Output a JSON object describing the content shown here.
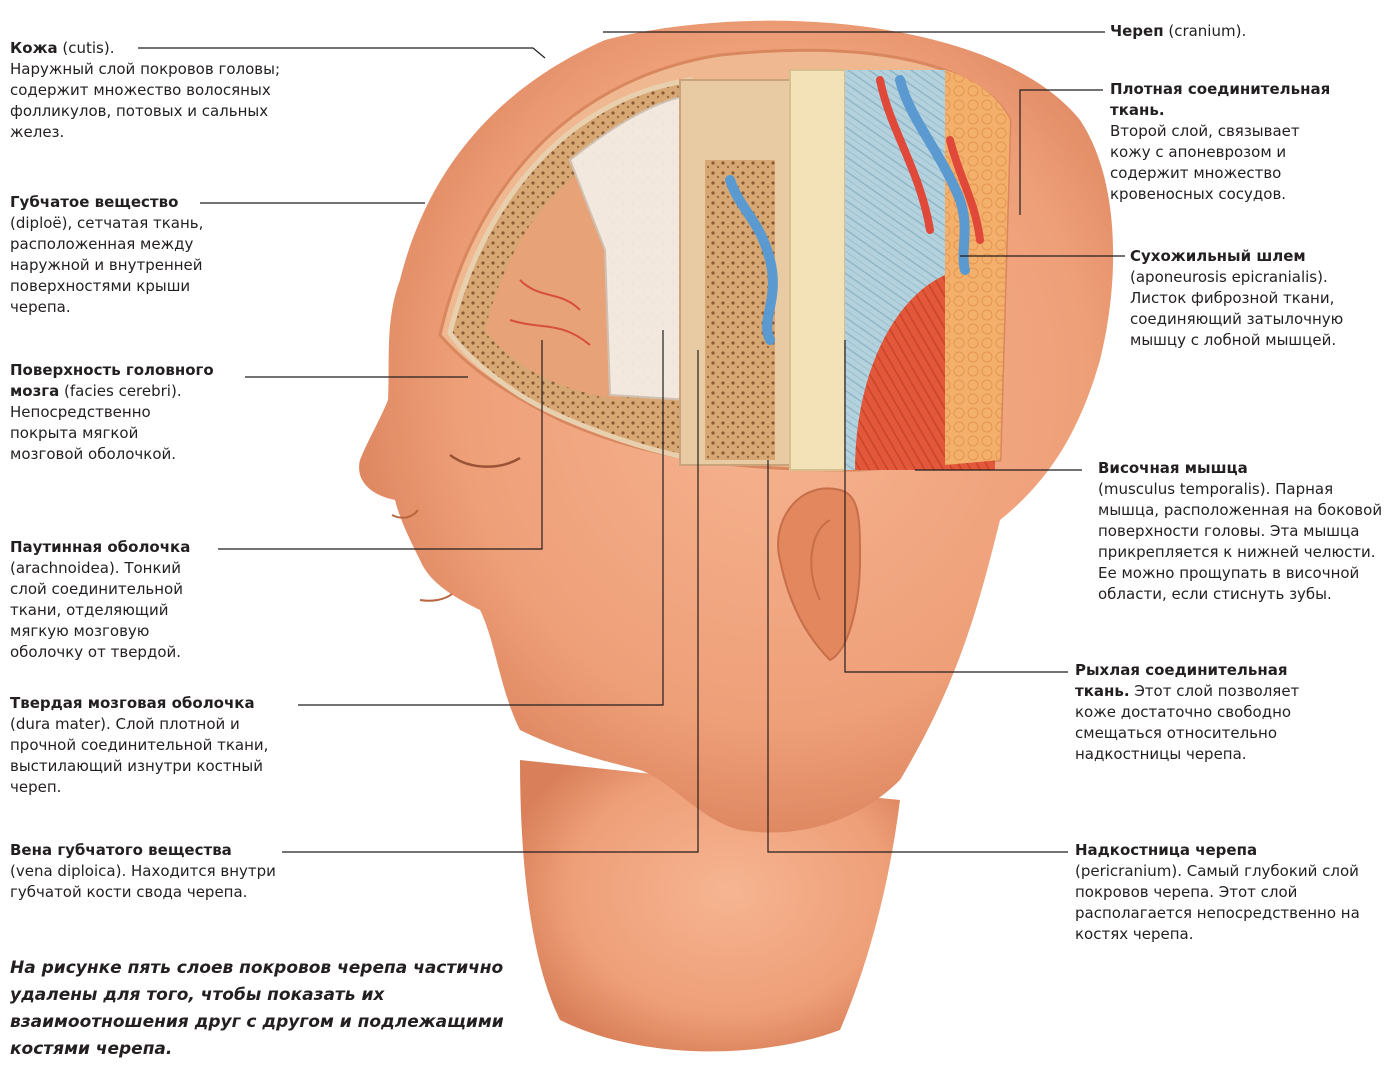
{
  "labels": {
    "skin": {
      "term": "Кожа",
      "latin": " (cutis).",
      "desc": "Наружный слой покровов головы; содержит множество волосяных фолликулов, потовых и сальных желез."
    },
    "diploe": {
      "term": "Губчатое вещество",
      "desc": "(diploë), сетчатая ткань, расположенная между наружной и внутренней поверхностями крыши черепа."
    },
    "brain_surface": {
      "term_1": "Поверхность головного",
      "term_2": "мозга",
      "latin": " (facies cerebri).",
      "desc": "Непосредственно покрыта мягкой мозговой оболочкой."
    },
    "arachnoid": {
      "term": "Паутинная оболочка",
      "desc": "(arachnoidea). Тонкий слой соединительной ткани, отделяющий мягкую мозговую оболочку от твердой."
    },
    "dura": {
      "term": "Твердая мозговая оболочка",
      "desc": "(dura mater). Слой плотной и прочной соединительной ткани, выстилающий изнутри костный череп."
    },
    "diploic_vein": {
      "term": "Вена губчатого вещества",
      "desc": "(vena diploica). Находится внутри губчатой кости свода черепа."
    },
    "cranium": {
      "term": "Череп",
      "latin": " (cranium)."
    },
    "dense_tissue": {
      "term_1": "Плотная соединительная",
      "term_2": "ткань.",
      "desc": "Второй слой, связывает кожу с апоневрозом и содержит множество кровеносных сосудов."
    },
    "aponeurosis": {
      "term": "Сухожильный шлем",
      "desc": "(aponeurosis epicranialis). Листок фиброзной ткани, соединяющий затылочную мышцу с лобной мышцей."
    },
    "temporalis": {
      "term": "Височная мышца",
      "desc": "(musculus temporalis). Парная мышца, расположенная на боковой поверхности головы. Эта мышца прикрепляется к нижней челюсти. Ее можно прощупать в височной области, если стиснуть зубы."
    },
    "loose_tissue": {
      "term_1": "Рыхлая соединительная",
      "term_2": "ткань.",
      "desc_inline": " Этот слой позволяет",
      "desc": "коже достаточно свободно смещаться относительно надкостницы черепа."
    },
    "pericranium": {
      "term": "Надкостница черепа",
      "desc": "(pericranium). Самый глубокий слой покровов черепа. Этот слой располагается непосредственно на костях черепа."
    }
  },
  "caption": "На рисунке пять слоев покровов черепа частично удалены для того, чтобы показать их взаимоотношения друг с другом и подлежащими костями черепа.",
  "colors": {
    "skin": "#ee9f78",
    "bone": "#e2c3a0",
    "diploe": "#c9a06c",
    "muscle": "#e05a3c",
    "aponeurosis": "#a9c9d6",
    "vein": "#5a9ad0",
    "artery": "#e0493a",
    "line": "#231f20"
  }
}
